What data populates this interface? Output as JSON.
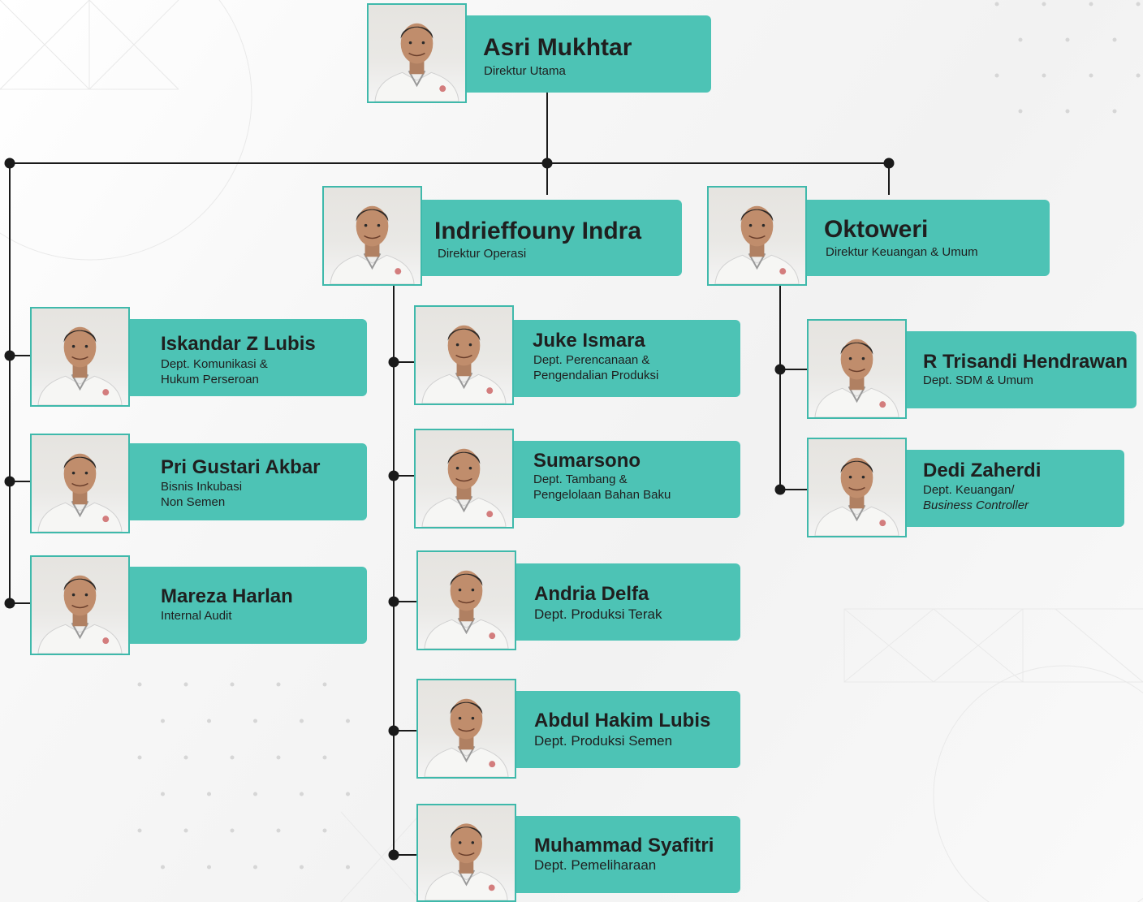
{
  "org_chart": {
    "director_main": {
      "name": "Asri Mukhtar",
      "role": "Direktur Utama",
      "photo_icon": "person-photo"
    },
    "director_operations": {
      "name": "Indrieffouny Indra",
      "role": "Direktur Operasi",
      "photo_icon": "person-photo"
    },
    "director_finance": {
      "name": "Oktoweri",
      "role": "Direktur Keuangan & Umum",
      "photo_icon": "person-photo"
    },
    "left_column": [
      {
        "name": "Iskandar Z Lubis",
        "role_lines": [
          "Dept. Komunikasi &",
          "Hukum Perseroan"
        ]
      },
      {
        "name": "Pri Gustari Akbar",
        "role_lines": [
          "Bisnis Inkubasi",
          "Non Semen"
        ]
      },
      {
        "name": "Mareza Harlan",
        "role_lines": [
          "Internal Audit"
        ]
      }
    ],
    "operations_column": [
      {
        "name": "Juke Ismara",
        "role_lines": [
          "Dept. Perencanaan &",
          "Pengendalian Produksi"
        ]
      },
      {
        "name": "Sumarsono",
        "role_lines": [
          "Dept. Tambang &",
          "Pengelolaan Bahan Baku"
        ]
      },
      {
        "name": "Andria Delfa",
        "role_lines": [
          "Dept. Produksi Terak"
        ]
      },
      {
        "name": "Abdul Hakim Lubis",
        "role_lines": [
          "Dept. Produksi Semen"
        ]
      },
      {
        "name": "Muhammad Syafitri",
        "role_lines": [
          "Dept. Pemeliharaan"
        ]
      }
    ],
    "finance_column": [
      {
        "name": "R Trisandi Hendrawan",
        "role_lines": [
          "Dept. SDM & Umum"
        ]
      },
      {
        "name": "Dedi Zaherdi",
        "role_lines": [
          "Dept. Keuangan/",
          "Business Controller"
        ]
      }
    ]
  },
  "colors": {
    "card": "#4dc3b5",
    "photo_border": "#3fb9ab",
    "connector": "#1a1a1a",
    "text": "#1f1f1f"
  }
}
